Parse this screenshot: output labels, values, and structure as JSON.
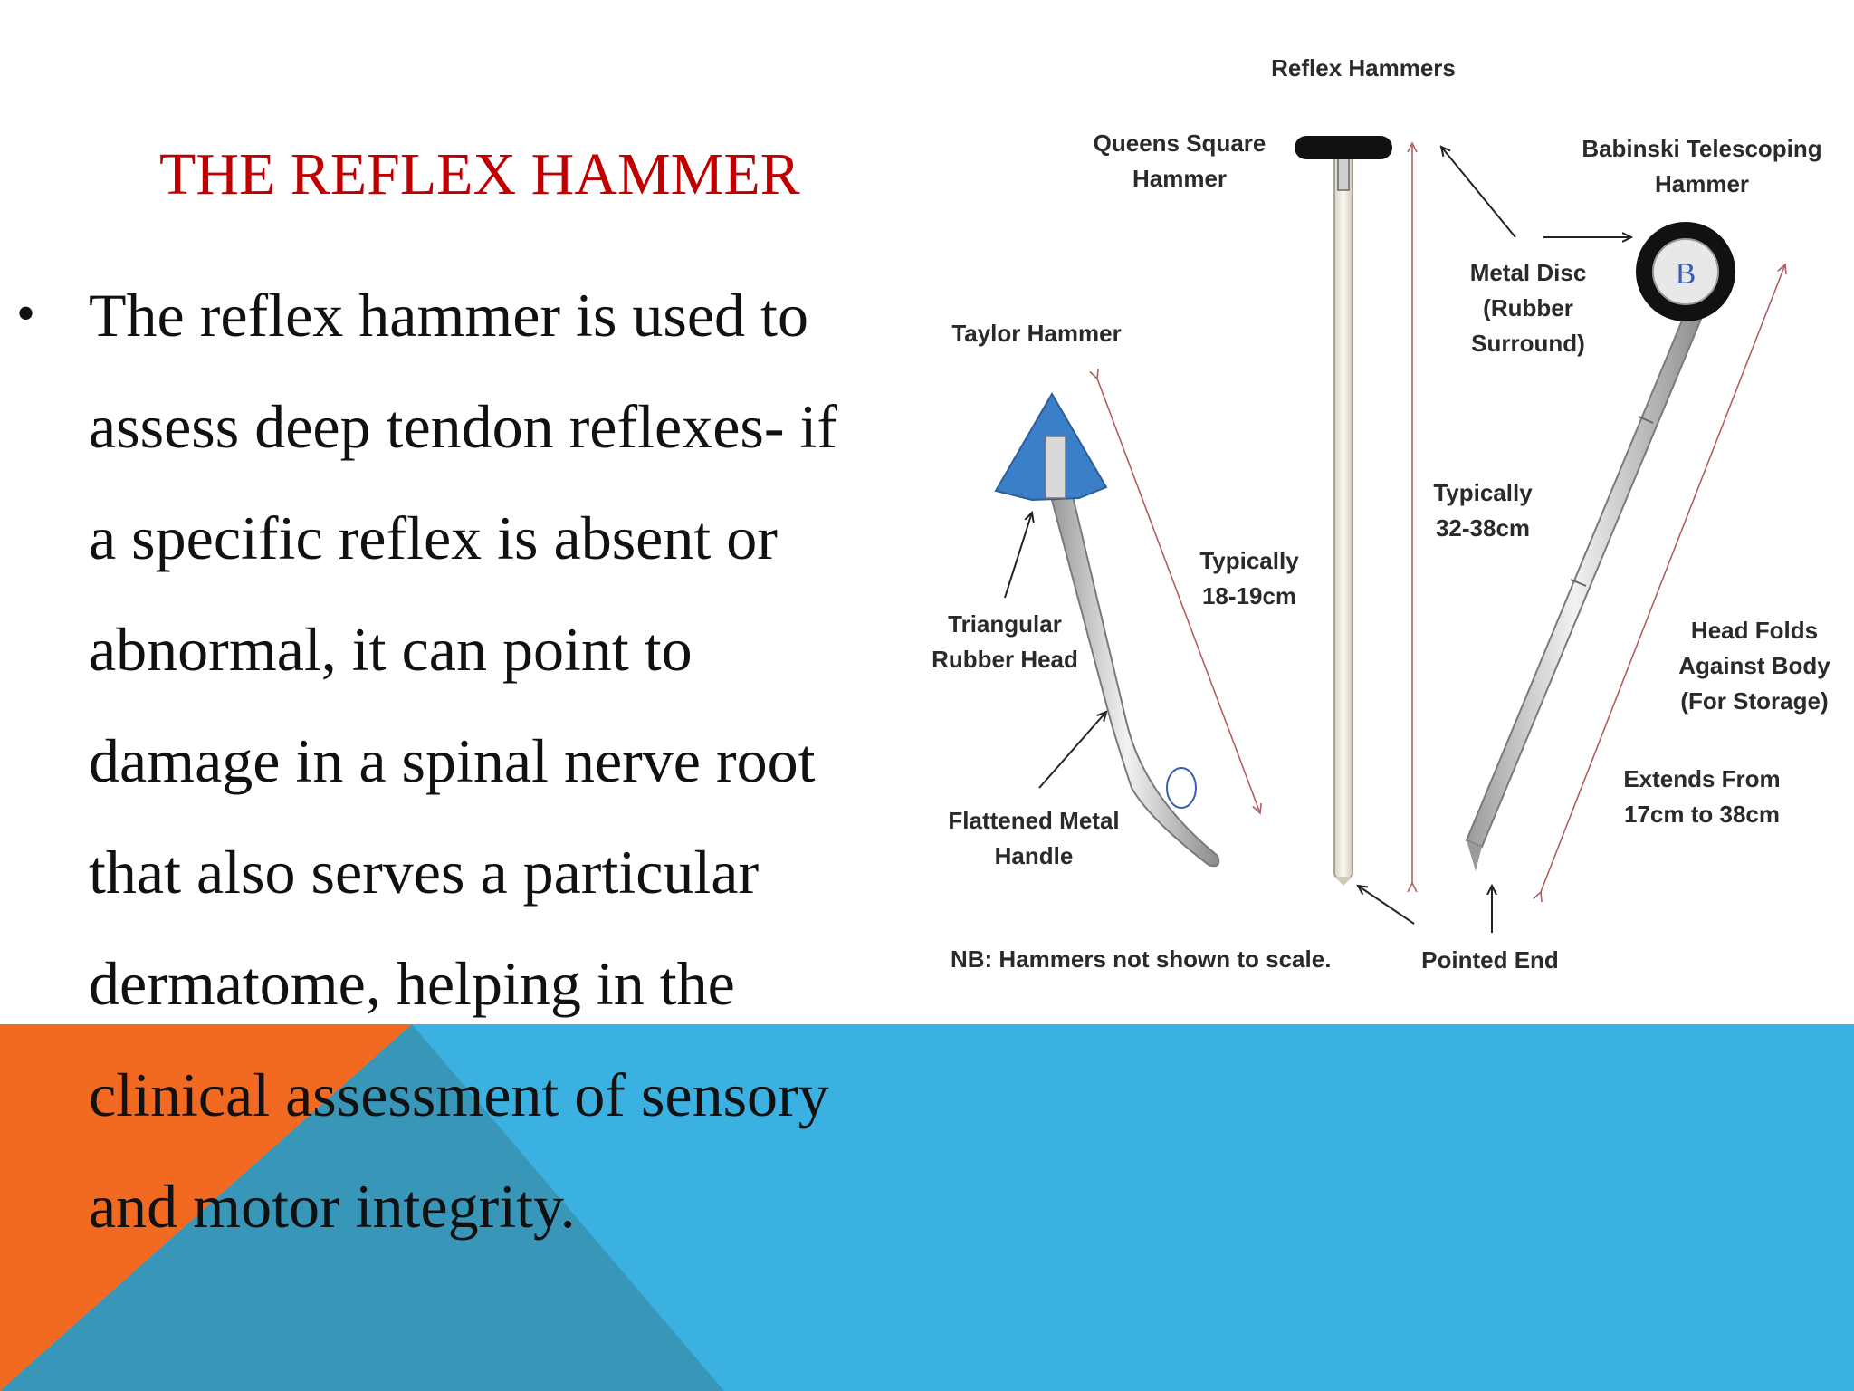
{
  "slide": {
    "title": "THE REFLEX HAMMER",
    "bullet_symbol": "•",
    "bullet_lines": [
      "The reflex hammer is used to",
      "assess deep tendon reflexes- if",
      "a specific reflex is absent or",
      "abnormal, it can point to",
      "damage in a spinal nerve root",
      "that also serves  a particular",
      "dermatome, helping in the",
      "clinical assessment of sensory",
      "and motor integrity."
    ]
  },
  "figure": {
    "title": "Reflex Hammers",
    "queens_square": [
      "Queens Square",
      "Hammer"
    ],
    "babinski": [
      "Babinski Telescoping",
      "Hammer"
    ],
    "metal_disc": [
      "Metal Disc",
      "(Rubber",
      "Surround)"
    ],
    "taylor": "Taylor Hammer",
    "typical_32_38": [
      "Typically",
      "32-38cm"
    ],
    "typical_18_19": [
      "Typically",
      "18-19cm"
    ],
    "triangular_head": [
      "Triangular",
      "Rubber Head"
    ],
    "head_folds": [
      "Head Folds",
      "Against Body",
      "(For Storage)"
    ],
    "extends": [
      "Extends From",
      "17cm to 38cm"
    ],
    "flattened_handle": [
      "Flattened Metal",
      "Handle"
    ],
    "nb_note": "NB: Hammers not shown to scale.",
    "pointed_end": "Pointed End",
    "disc_logo": "B"
  },
  "colors": {
    "title_red": "#c00000",
    "accent_orange": "#f26a21",
    "accent_blue": "#3ab1e0",
    "accent_dark_blue": "#3897b8",
    "hammer_blue": "#3a7fc8",
    "dimension_arrow": "#b06060"
  }
}
